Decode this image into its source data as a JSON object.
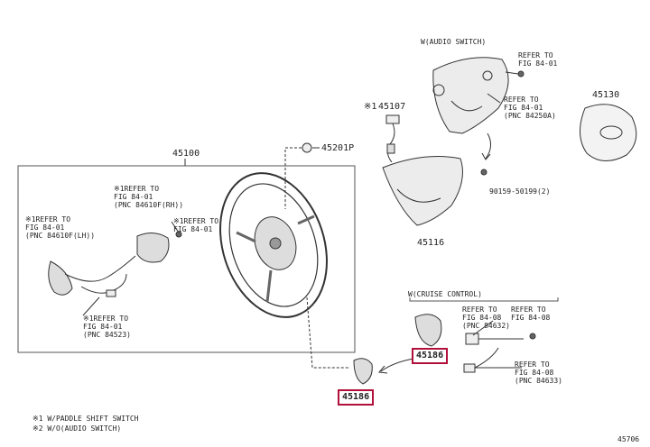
{
  "parts": {
    "p45100": "45100",
    "p45201p": "45201P",
    "p45107": "45107",
    "p45107_mark": "※1",
    "p45130": "45130",
    "p45116": "45116",
    "p45186_a": "45186",
    "p45186_b": "45186",
    "bolt_90159": "90159-50199(2)"
  },
  "sections": {
    "audio_switch": "W(AUDIO SWITCH)",
    "cruise_control": "W(CRUISE CONTROL)"
  },
  "refs": {
    "r1": "※1REFER TO\nFIG 84-01\n(PNC 84610F(RH))",
    "r2": "※1REFER TO\nFIG 84-01",
    "r3": "※1REFER TO\nFIG 84-01\n(PNC 84610F(LH))",
    "r4": "※1REFER TO\nFIG 84-01\n(PNC 84523)",
    "r5": "REFER TO\nFIG 84-01",
    "r6": "REFER TO\nFIG 84-01\n(PNC 84250A)",
    "r7": "REFER TO\nFIG 84-08\n(PNC 84632)",
    "r8": "REFER TO\nFIG 84-08",
    "r9": "REFER TO\nFIG 84-08\n(PNC 84633)"
  },
  "footnotes": {
    "n1": "※1 W/PADDLE SHIFT SWITCH",
    "n2": "※2 W/O(AUDIO SWITCH)"
  },
  "figure_id": "45706"
}
